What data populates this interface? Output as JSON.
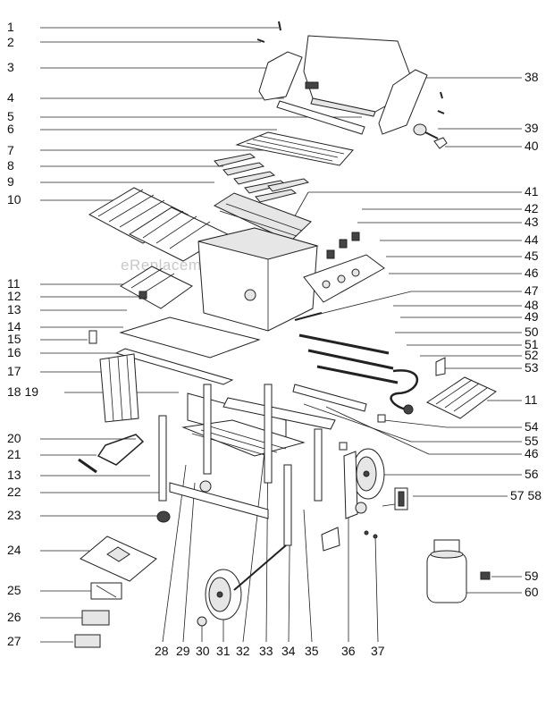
{
  "watermark": "eReplacementParts.com",
  "labels": {
    "n1": "1",
    "n2": "2",
    "n3": "3",
    "n4": "4",
    "n5": "5",
    "n6": "6",
    "n7": "7",
    "n8": "8",
    "n9": "9",
    "n10": "10",
    "n11a": "11",
    "n12": "12",
    "n13a": "13",
    "n14": "14",
    "n15": "15",
    "n16": "16",
    "n17": "17",
    "n1819": "18 19",
    "n20": "20",
    "n21": "21",
    "n13b": "13",
    "n22": "22",
    "n23": "23",
    "n24": "24",
    "n25": "25",
    "n26": "26",
    "n27": "27",
    "n38": "38",
    "n39": "39",
    "n40": "40",
    "n41": "41",
    "n42": "42",
    "n43": "43",
    "n44": "44",
    "n45": "45",
    "n46a": "46",
    "n47": "47",
    "n48": "48",
    "n49": "49",
    "n50": "50",
    "n51": "51",
    "n52": "52",
    "n53": "53",
    "n11b": "11",
    "n54": "54",
    "n55": "55",
    "n46b": "46",
    "n56": "56",
    "n5758": "57 58",
    "n59": "59",
    "n60": "60",
    "n28": "28",
    "n29": "29",
    "n30": "30",
    "n31": "31",
    "n32": "32",
    "n33": "33",
    "n34": "34",
    "n35": "35",
    "n36": "36",
    "n37": "37"
  }
}
